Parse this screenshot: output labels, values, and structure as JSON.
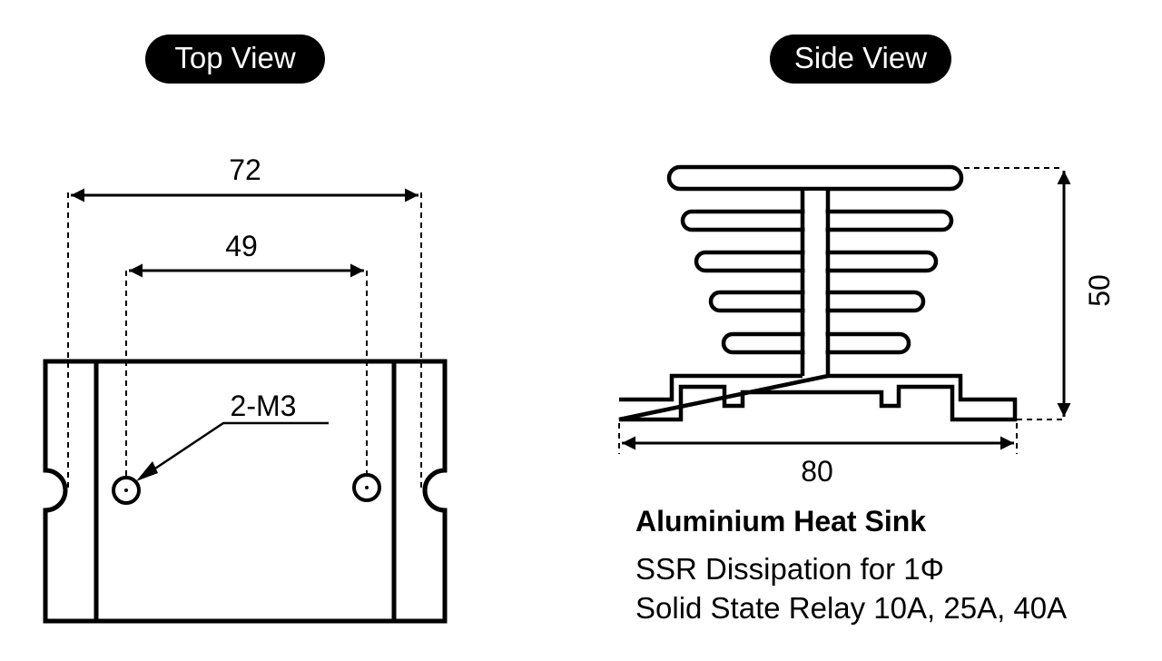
{
  "labels": {
    "top_view": "Top View",
    "side_view": "Side View"
  },
  "dimensions": {
    "overall_width_top": "72",
    "hole_spacing": "49",
    "hole_callout": "2-M3",
    "height_side": "50",
    "width_side": "80"
  },
  "caption": {
    "title": "Aluminium Heat Sink",
    "line1": "SSR Dissipation for 1Φ",
    "line2": "Solid State Relay 10A, 25A, 40A"
  },
  "colors": {
    "ink": "#000000",
    "pill_fill": "#000000",
    "pill_text": "#ffffff",
    "background": "#ffffff"
  }
}
